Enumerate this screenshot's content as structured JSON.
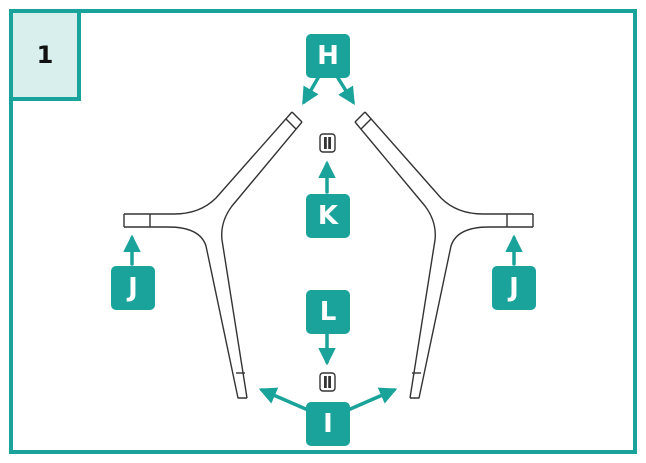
{
  "step": {
    "number": "1"
  },
  "callouts": {
    "h": "H",
    "k": "K",
    "l": "L",
    "j_left": "J",
    "j_right": "J",
    "i": "I"
  },
  "colors": {
    "accent": "#1aa39a",
    "step_fill": "#d9efee",
    "line": "#333333"
  }
}
